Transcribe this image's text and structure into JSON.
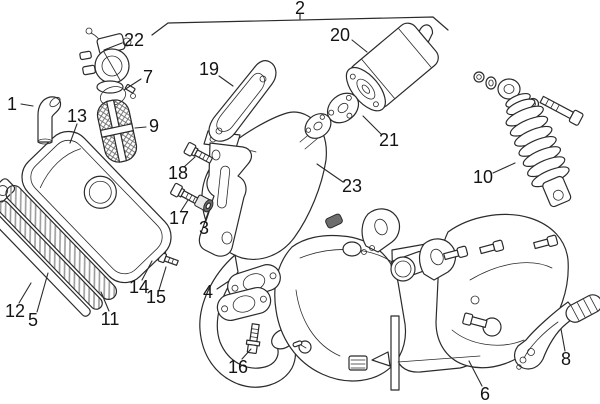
{
  "figure": {
    "description": "Exploded parts diagram with numbered callouts 1 to 23",
    "type": "exploded-parts-diagram",
    "callout_count": 23
  },
  "colors": {
    "line": "#2b2b2b",
    "label": "#141414",
    "background": "#ffffff",
    "hatch": "#9a9a9a"
  },
  "callouts": [
    {
      "n": "1",
      "part": "intake-elbow"
    },
    {
      "n": "2",
      "part": "exhaust-assembly-span"
    },
    {
      "n": "3",
      "part": "rubber-bushing"
    },
    {
      "n": "4",
      "part": "exhaust-port-gaskets"
    },
    {
      "n": "5",
      "part": "air-filter-element"
    },
    {
      "n": "6",
      "part": "engine-assembly"
    },
    {
      "n": "7",
      "part": "hose-clamp"
    },
    {
      "n": "8",
      "part": "kickstart-lever"
    },
    {
      "n": "9",
      "part": "intake-sleeve"
    },
    {
      "n": "10",
      "part": "shock-absorber"
    },
    {
      "n": "11",
      "part": "airbox-housing"
    },
    {
      "n": "12",
      "part": "airbox-seal"
    },
    {
      "n": "13",
      "part": "airbox-cover"
    },
    {
      "n": "14",
      "part": "screw-short"
    },
    {
      "n": "15",
      "part": "screw"
    },
    {
      "n": "16",
      "part": "flange-bolt"
    },
    {
      "n": "17",
      "part": "screw"
    },
    {
      "n": "18",
      "part": "screw"
    },
    {
      "n": "19",
      "part": "exhaust-gasket-plate"
    },
    {
      "n": "20",
      "part": "silencer"
    },
    {
      "n": "21",
      "part": "exhaust-flange-discs"
    },
    {
      "n": "22",
      "part": "carburettor"
    },
    {
      "n": "23",
      "part": "expansion-chamber"
    }
  ]
}
